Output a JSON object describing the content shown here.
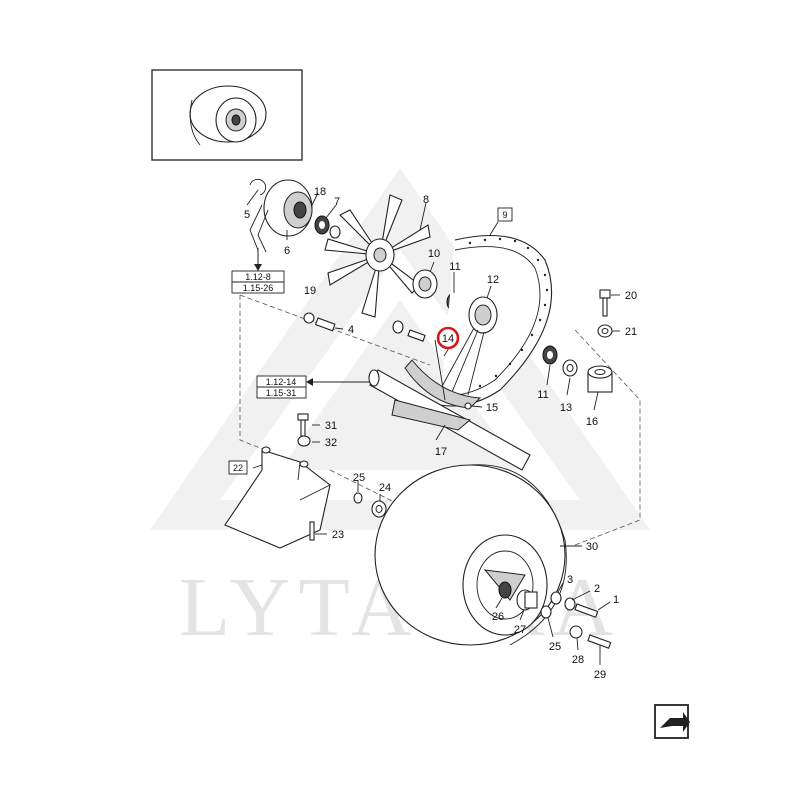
{
  "watermark": {
    "text": "LYTAGRA",
    "color": "#e4e4e4"
  },
  "highlight": {
    "part": "14",
    "color": "#d61818"
  },
  "refs": [
    {
      "top": "1.12-8",
      "bottom": "1.15-26"
    },
    {
      "top": "1.12-14",
      "bottom": "1.15-31"
    }
  ],
  "boxed_labels": {
    "b9": "9",
    "b22": "22"
  },
  "labels": {
    "p1": "1",
    "p2": "2",
    "p3": "3",
    "p4": "4",
    "p5": "5",
    "p6": "6",
    "p7": "7",
    "p8": "8",
    "p10": "10",
    "p11a": "11",
    "p11b": "11",
    "p12": "12",
    "p13": "13",
    "p14": "14",
    "p15": "15",
    "p16": "16",
    "p17": "17",
    "p18": "18",
    "p19": "19",
    "p20": "20",
    "p21": "21",
    "p23": "23",
    "p24": "24",
    "p25a": "25",
    "p25b": "25",
    "p26": "26",
    "p27": "27",
    "p28": "28",
    "p29": "29",
    "p30": "30",
    "p31": "31",
    "p32": "32"
  },
  "icons": {
    "corner": "page-return-icon"
  }
}
